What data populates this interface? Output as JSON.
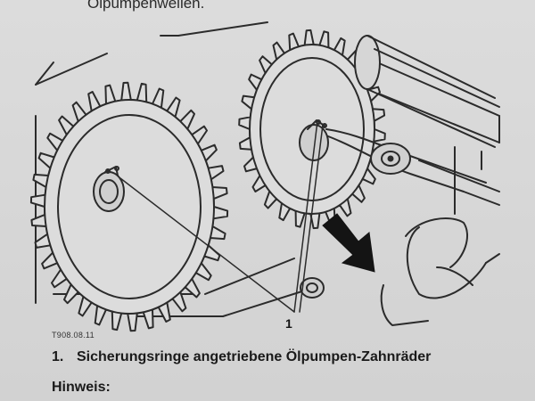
{
  "document": {
    "top_text": "Ölpumpenwellen.",
    "figure": {
      "id": "T908.08.11",
      "callout": "1"
    },
    "caption": {
      "number": "1.",
      "text": "Sicherungsringe angetriebene Ölpumpen-Zahnräder"
    },
    "note_heading": "Hinweis:"
  }
}
